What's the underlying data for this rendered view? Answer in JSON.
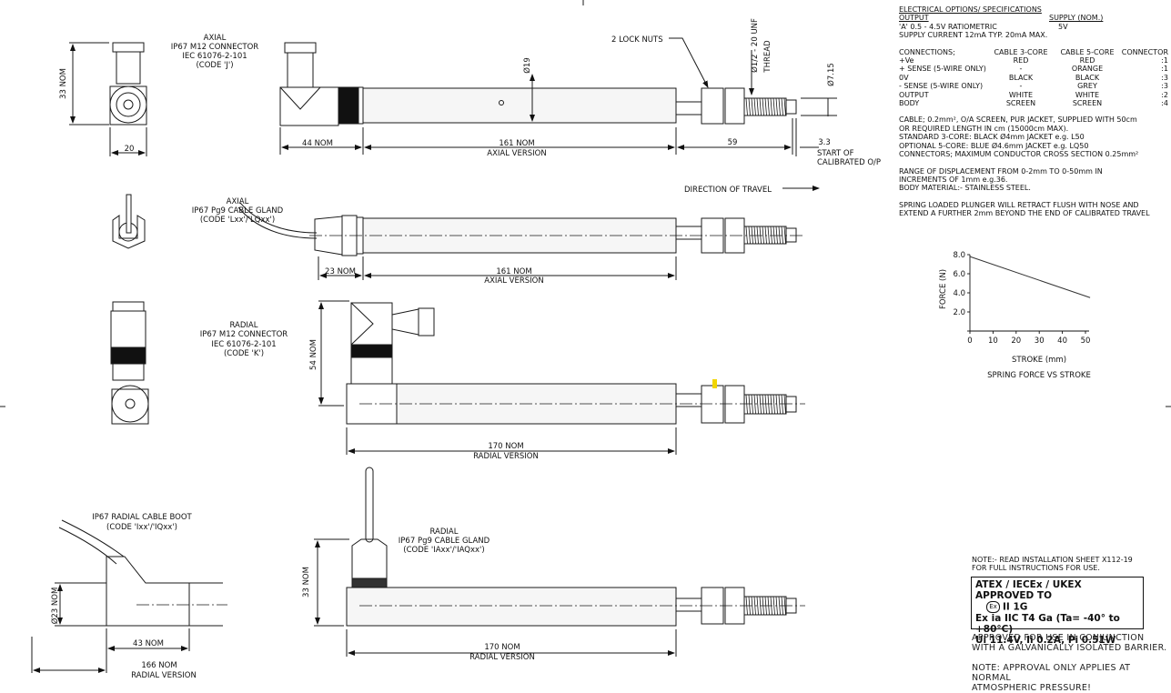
{
  "views": {
    "axial_connector": {
      "lines": [
        "AXIAL",
        "IP67 M12 CONNECTOR",
        "IEC 61076-2-101",
        "(CODE 'J')"
      ],
      "dim_height": "33 NOM",
      "dim_width": "20",
      "dim_body": "44 NOM",
      "dim_main": "161 NOM",
      "title": "AXIAL VERSION",
      "dia_body": "Ø19",
      "lock_nuts": "2 LOCK NUTS",
      "thread": [
        "Ø1/2 - 20 UNF",
        "THREAD"
      ],
      "dia_plunger": "Ø7.15",
      "dim_thread": "59",
      "dim_start": "3.3",
      "start_lines": [
        "START OF",
        "CALIBRATED O/P"
      ]
    },
    "axial_gland": {
      "lines": [
        "AXIAL",
        "IP67 Pg9 CABLE GLAND",
        "(CODE 'Lxx'/'LQxx')"
      ],
      "dim_body": "23 NOM",
      "dim_main": "161 NOM",
      "title": "AXIAL VERSION",
      "travel": "DIRECTION OF TRAVEL"
    },
    "radial_connector": {
      "lines": [
        "RADIAL",
        "IP67 M12 CONNECTOR",
        "IEC 61076-2-101",
        "(CODE 'K')"
      ],
      "dim_height": "54 NOM",
      "dim_main": "170 NOM",
      "title": "RADIAL VERSION"
    },
    "radial_boot": {
      "lines": [
        "IP67 RADIAL CABLE BOOT",
        "(CODE 'Ixx'/'IQxx')"
      ],
      "dia": "Ø23 NOM",
      "dim_body": "43 NOM",
      "dim_main": "166 NOM",
      "title": "RADIAL VERSION"
    },
    "radial_gland": {
      "lines": [
        "RADIAL",
        "IP67 Pg9 CABLE GLAND",
        "(CODE 'IAxx'/'IAQxx')"
      ],
      "dim_height": "33 NOM",
      "dim_main": "170 NOM",
      "title": "RADIAL VERSION"
    }
  },
  "specs": {
    "heading": "ELECTRICAL OPTIONS/ SPECIFICATIONS",
    "output_label": "OUTPUT",
    "supply_label": "SUPPLY (NOM.)",
    "option_a": "'A' 0.5 - 4.5V RATIOMETRIC",
    "option_a_supply": "5V",
    "supply_current": "SUPPLY CURRENT 12mA TYP. 20mA MAX.",
    "connections": {
      "headers": [
        "CONNECTIONS;",
        "CABLE 3-CORE",
        "CABLE 5-CORE",
        "CONNECTOR"
      ],
      "rows": [
        [
          "+Ve",
          "RED",
          "RED",
          ":1"
        ],
        [
          "+ SENSE (5-WIRE ONLY)",
          "-",
          "ORANGE",
          ":1"
        ],
        [
          "0V",
          "BLACK",
          "BLACK",
          ":3"
        ],
        [
          "- SENSE (5-WIRE ONLY)",
          "-",
          "GREY",
          ":3"
        ],
        [
          "OUTPUT",
          "WHITE",
          "WHITE",
          ":2"
        ],
        [
          "BODY",
          "SCREEN",
          "SCREEN",
          ":4"
        ]
      ]
    },
    "cable_lines": [
      "CABLE; 0.2mm², O/A SCREEN, PUR JACKET, SUPPLIED WITH 50cm",
      "OR REQUIRED LENGTH IN cm (15000cm MAX).",
      "STANDARD 3-CORE: BLACK Ø4mm JACKET e.g. L50",
      "OPTIONAL 5-CORE: BLUE Ø4.6mm JACKET e.g. LQ50",
      "CONNECTORS; MAXIMUM CONDUCTOR CROSS SECTION 0.25mm²"
    ],
    "range_lines": [
      "RANGE OF DISPLACEMENT FROM 0-2mm TO 0-50mm IN",
      "INCREMENTS OF 1mm e.g.36.",
      "BODY MATERIAL:- STAINLESS STEEL."
    ],
    "plunger_lines": [
      "SPRING LOADED PLUNGER WILL RETRACT FLUSH WITH NOSE AND",
      "EXTEND A FURTHER 2mm BEYOND THE END OF CALIBRATED TRAVEL"
    ]
  },
  "chart_data": {
    "type": "line",
    "title": "SPRING FORCE VS STROKE",
    "xlabel": "STROKE (mm)",
    "ylabel": "FORCE (N)",
    "xlim": [
      0,
      50
    ],
    "ylim": [
      0,
      8
    ],
    "xticks": [
      "0",
      "10",
      "20",
      "30",
      "40",
      "50"
    ],
    "yticks": [
      "0",
      "2.0",
      "4.0",
      "6.0",
      "8.0"
    ],
    "grid": false,
    "series": [
      {
        "x": [
          0,
          52
        ],
        "y": [
          7.8,
          3.5
        ]
      }
    ]
  },
  "notes": {
    "install": [
      "NOTE:- READ INSTALLATION SHEET X112-19",
      "FOR FULL INSTRUCTIONS FOR USE."
    ],
    "atex_title": "ATEX / IECEx / UKEX APPROVED TO",
    "atex_symbol": "Ex",
    "atex_group": "II 1G",
    "atex_line1": "Ex ia IIC T4 Ga (Ta= -40° to +80°C)",
    "atex_line2": "Ui 11.4V,  Ii 0.2A,  Pi 0.51W",
    "approved": [
      "APPROVED FOR USE IN CONJUNCTION",
      "WITH A GALVANICALLY ISOLATED BARRIER."
    ],
    "pressure": [
      "NOTE: APPROVAL ONLY APPLIES AT NORMAL",
      "ATMOSPHERIC PRESSURE!"
    ]
  },
  "colors": {
    "line": "#1a1a1a",
    "body": "#f4f4f4",
    "highlight": "#f2d600"
  }
}
